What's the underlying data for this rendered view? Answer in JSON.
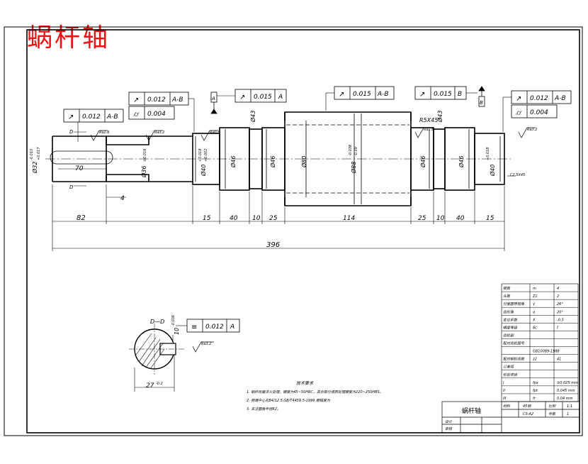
{
  "title": "蜗杆轴",
  "dimensions": {
    "overall_length": "396",
    "segments": [
      "82",
      "15",
      "40",
      "10",
      "25",
      "114",
      "25",
      "10",
      "40",
      "15"
    ],
    "keyway_length": "70",
    "keyway_offset": "4",
    "dia_left_end": "Ø32",
    "dia_left_end_tol": "-0.013",
    "dia_left_end_tol2": "+0.017",
    "dia_seal": "Ø36",
    "dia_seal_tol": "±0.016",
    "dia_bearing": "Ø40",
    "dia_bearing_tol": "+0.018",
    "dia_bearing_tol2": "+0.002",
    "dia_46": "Ø46",
    "dia_43": "Ø43",
    "dia_80": "Ø80",
    "dia_88": "Ø88",
    "dia_88_tol": "-0.038",
    "dia_88_tol2": "-0.09",
    "chamfer": "R5X45°",
    "chamfer_right": "C2.5X45",
    "datum_d": "D",
    "section_label": "D—D",
    "section_key_w": "10",
    "section_key_w_tol": "-0.036",
    "section_depth": "27",
    "section_depth_tol": "-0.2"
  },
  "fcf": [
    {
      "symbol": "↗",
      "value": "0.012",
      "datum": "A-B"
    },
    {
      "symbol": "⌭",
      "value": "0.004",
      "datum": ""
    },
    {
      "symbol": "↗",
      "value": "0.012",
      "datum": "A-B"
    },
    {
      "symbol": "↗",
      "value": "0.015",
      "datum": "A"
    },
    {
      "symbol": "↗",
      "value": "0.015",
      "datum": "A-B"
    },
    {
      "symbol": "↗",
      "value": "0.015",
      "datum": "B"
    },
    {
      "symbol": "↗",
      "value": "0.012",
      "datum": "A-B"
    },
    {
      "symbol": "⌭",
      "value": "0.004",
      "datum": ""
    },
    {
      "symbol": "≡",
      "value": "0.012",
      "datum": "A"
    }
  ],
  "datums": [
    "A",
    "B"
  ],
  "roughness": [
    "Ra1.6",
    "Ra3.2",
    "Ra0.8",
    "Ra1.6",
    "Ra3.2",
    "Ra3.2"
  ],
  "tech_req": {
    "heading": "技术要求",
    "lines": [
      "1. 蜗杆齿面淬火处理，硬度为45~50HRC，其余部分调质处理硬度为220~250HBS。",
      "2. 两端中心孔B4/12.5,GB/T4459.5-1999,粗糙度为",
      "3. 未注圆角半径R2。"
    ]
  },
  "param_table": {
    "rows": [
      [
        "模数",
        "m",
        "4"
      ],
      [
        "头数",
        "Z1",
        "2"
      ],
      [
        "分度圆导程角",
        "γ",
        "26°"
      ],
      [
        "齿形角",
        "α",
        "20°"
      ],
      [
        "变位系数",
        "X",
        "-0.5"
      ],
      [
        "精度等级",
        "8c",
        "f"
      ],
      [
        "齿轮副",
        "",
        ""
      ],
      [
        "配对齿轮图号",
        "",
        ""
      ],
      [
        "",
        "GB10089-1988",
        ""
      ],
      [
        "配对蜗轮齿数",
        "z2",
        "41"
      ],
      [
        "公差组",
        "",
        ""
      ],
      [
        "检验项目",
        "",
        ""
      ],
      [
        "I",
        "fpx",
        "±0.025 mm"
      ],
      [
        "II",
        "fpt",
        "0.045 mm"
      ],
      [
        "III",
        "fr",
        "0.04 mm"
      ]
    ]
  },
  "title_block": {
    "name": "蜗杆轴",
    "material_label": "材料",
    "material": "45钢",
    "ratio_label": "比例",
    "ratio": "1:1",
    "quantity_label": "件数",
    "quantity": "1",
    "drawing_no": "CS-A2",
    "designer_label": "设计",
    "checker_label": "审核"
  }
}
